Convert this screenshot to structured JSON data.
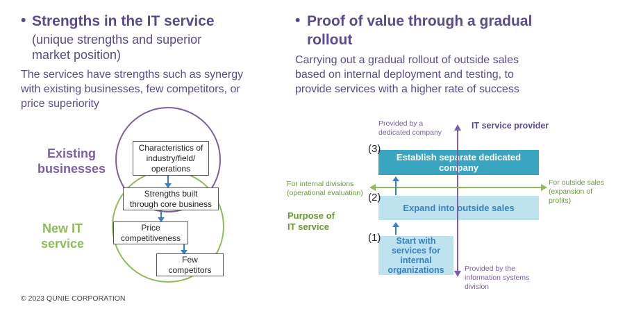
{
  "left": {
    "title": "Strengths in the IT service",
    "subtitle_line1": "(unique strengths and superior",
    "subtitle_line2": "market position)",
    "body_line1": "The services have strengths such as synergy",
    "body_line2": "with existing businesses, few competitors, or",
    "body_line3": "price superiority",
    "label_existing_1": "Existing",
    "label_existing_2": "businesses",
    "label_new_1": "New IT",
    "label_new_2": "service",
    "boxes": {
      "characteristics_1": "Characteristics of",
      "characteristics_2": "industry/field/",
      "characteristics_3": "operations",
      "strengths_1": "Strengths built",
      "strengths_2": "through core business",
      "price_1": "Price",
      "price_2": "competitiveness",
      "few_1": "Few",
      "few_2": "competitors"
    }
  },
  "right": {
    "title_line1": "Proof of value through a gradual",
    "title_line2": "rollout",
    "body_line1": "Carrying out a gradual rollout of outside sales",
    "body_line2": "based on internal deployment and testing, to",
    "body_line3": "provide services with a higher rate of success",
    "top_left_1": "Provided by a",
    "top_left_2": "dedicated company",
    "top_right": "IT service provider",
    "left_axis_1": "For internal divisions",
    "left_axis_2": "(operational evaluation)",
    "right_axis_1": "For outside sales",
    "right_axis_2": "(expansion of",
    "right_axis_3": "profits)",
    "purpose_1": "Purpose of",
    "purpose_2": "IT service",
    "bottom_right_1": "Provided by the",
    "bottom_right_2": "information systems",
    "bottom_right_3": "division",
    "step3_num": "(3)",
    "step3_line1": "Establish separate dedicated",
    "step3_line2": "company",
    "step2_num": "(2)",
    "step2": "Expand into outside sales",
    "step1_num": "(1)",
    "step1_line1": "Start with",
    "step1_line2": "services for",
    "step1_line3": "internal",
    "step1_line4": "organizations"
  },
  "footer": {
    "copyright": "© 2023 QUNIE CORPORATION"
  },
  "colors": {
    "purple": "#5b4a8c",
    "green": "#8fbb5a",
    "teal": "#3aa5c0",
    "light_teal": "#bfe3ee",
    "arrow_blue": "#3a7fc4"
  }
}
